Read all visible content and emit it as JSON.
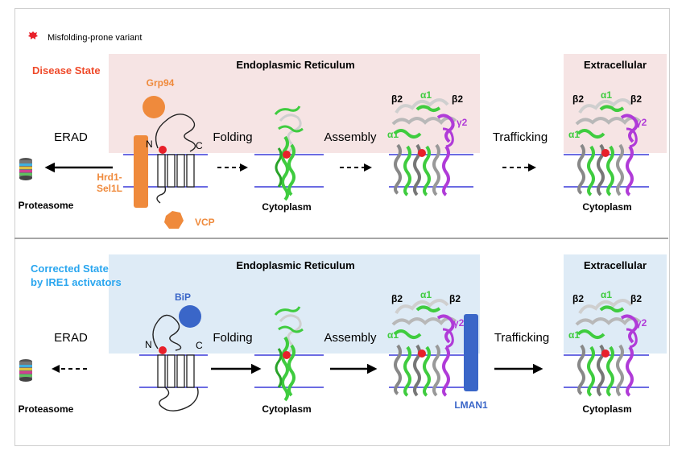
{
  "legend": {
    "label": "Misfolding-prone variant",
    "color": "#e8202a"
  },
  "colors": {
    "er_top": "#f6e4e4",
    "er_bottom": "#deebf6",
    "membrane": "#3a3ad8",
    "orange": "#ef8a3c",
    "blue_chaperone": "#3a66c8",
    "green": "#3fcc3f",
    "magenta": "#b03bd8",
    "red_variant": "#e8202a",
    "disease_label": "#ef4a2a",
    "corrected_label": "#2aa6ef"
  },
  "top": {
    "state_label": "Disease State",
    "er_label": "Endoplasmic Reticulum",
    "extracellular_label": "Extracellular",
    "chaperone": "Grp94",
    "ligase_line1": "Hrd1-",
    "ligase_line2": "Sel1L",
    "vcp": "VCP",
    "n_term": "N",
    "c_term": "C",
    "erad": "ERAD",
    "folding": "Folding",
    "assembly": "Assembly",
    "trafficking": "Trafficking",
    "proteasome": "Proteasome",
    "cytoplasm_1": "Cytoplasm",
    "cytoplasm_2": "Cytoplasm",
    "subunits_a": {
      "b2_left": "β2",
      "a1_top": "α1",
      "b2_right": "β2",
      "a1_side": "α1",
      "g2": "γ2"
    },
    "subunits_b": {
      "b2_left": "β2",
      "a1_top": "α1",
      "b2_right": "β2",
      "a1_side": "α1",
      "g2": "γ2"
    }
  },
  "bottom": {
    "state_label_line1": "Corrected State",
    "state_label_line2": "by IRE1 activators",
    "er_label": "Endoplasmic Reticulum",
    "extracellular_label": "Extracellular",
    "chaperone": "BiP",
    "n_term": "N",
    "c_term": "C",
    "erad": "ERAD",
    "folding": "Folding",
    "assembly": "Assembly",
    "trafficking": "Trafficking",
    "proteasome": "Proteasome",
    "cytoplasm_1": "Cytoplasm",
    "cytoplasm_2": "Cytoplasm",
    "lman1": "LMAN1",
    "subunits_a": {
      "b2_left": "β2",
      "a1_top": "α1",
      "b2_right": "β2",
      "a1_side": "α1",
      "g2": "γ2"
    },
    "subunits_b": {
      "b2_left": "β2",
      "a1_top": "α1",
      "b2_right": "β2",
      "a1_side": "α1",
      "g2": "γ2"
    }
  }
}
